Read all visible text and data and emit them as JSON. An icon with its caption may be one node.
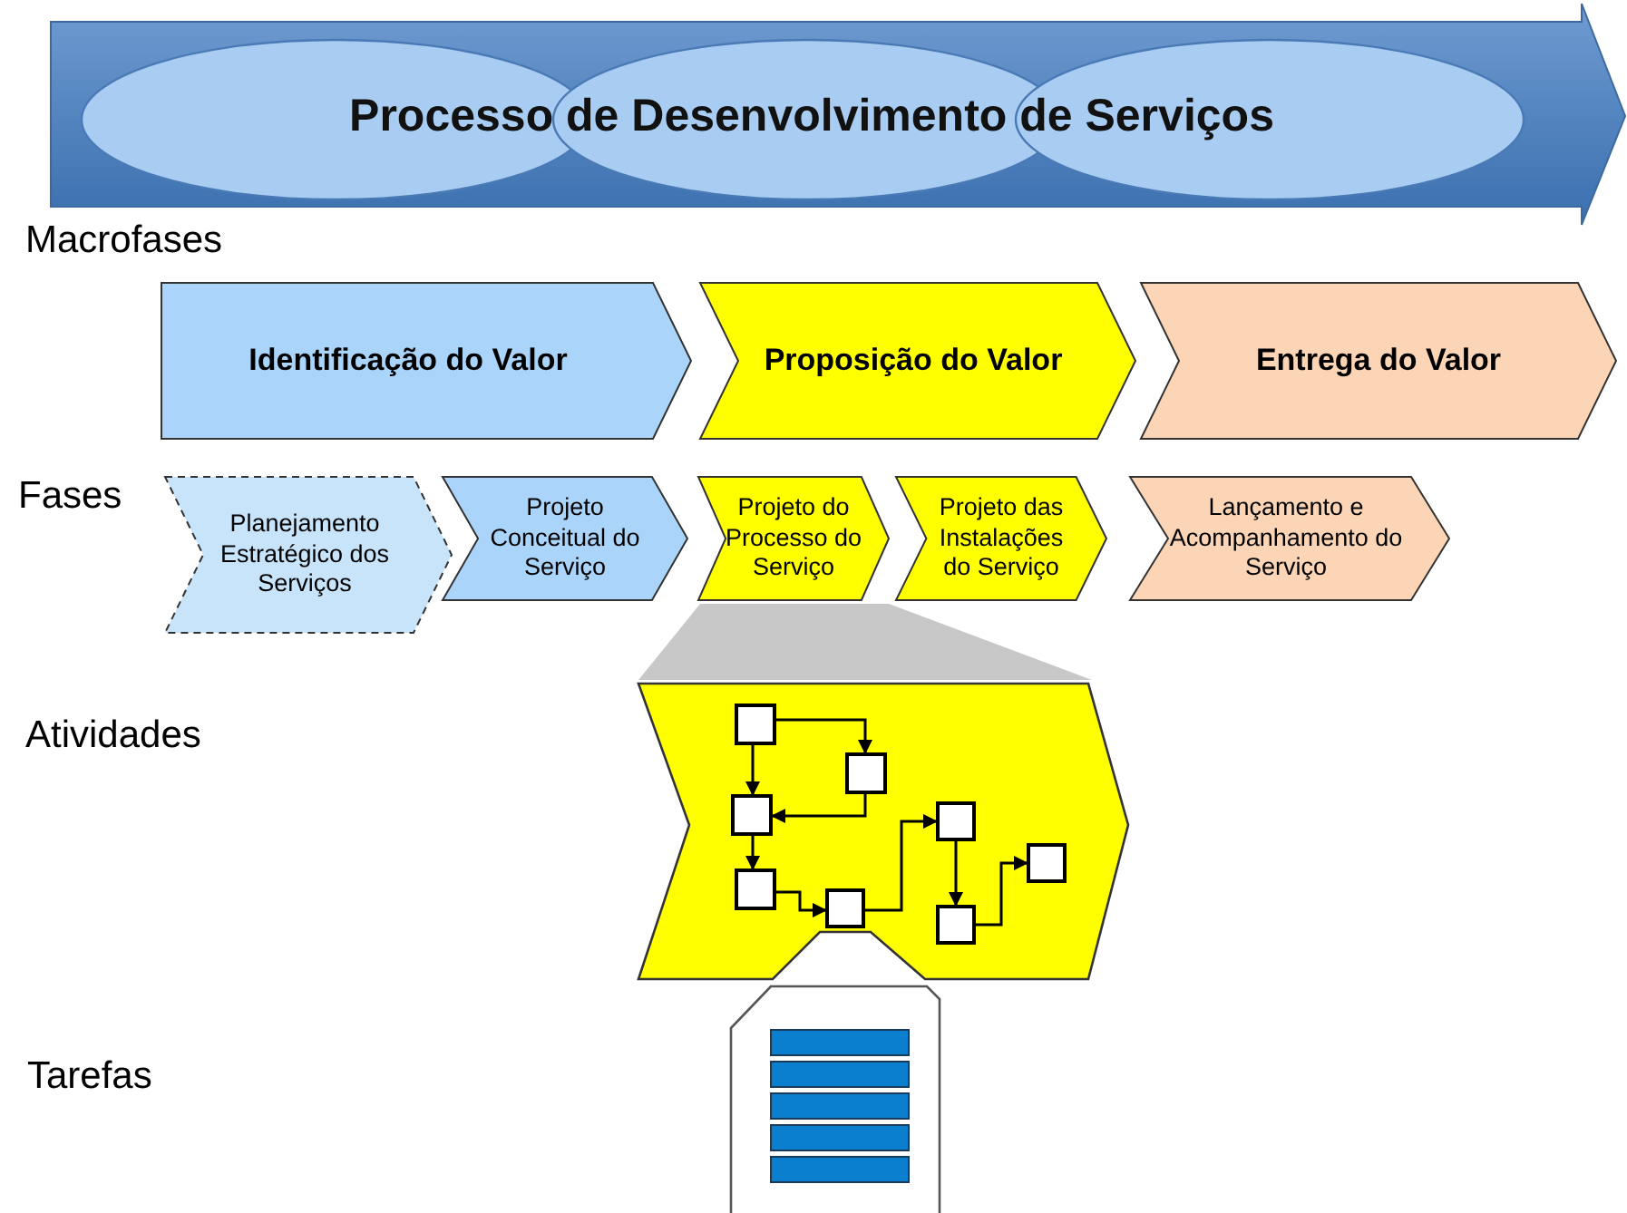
{
  "diagram": {
    "nodes": [
      {
        "text": [
          "Processo de Desenvolvimento de Serviços"
        ]
      },
      {
        "text": [
          "Identificação do Valor"
        ]
      },
      {
        "text": [
          "Proposição do Valor"
        ]
      },
      {
        "text": [
          "Entrega do Valor"
        ]
      },
      {
        "text": [
          "Planejamento Estratégico dos Serviços"
        ]
      },
      {
        "text": [
          "Projeto Conceitual do Serviço"
        ]
      },
      {
        "text": [
          "Projeto do Processo do Serviço"
        ]
      },
      {
        "text": [
          "Projeto das Instalações do Serviço"
        ]
      },
      {
        "text": [
          "Lançamento e Acompanhamento do Serviço"
        ]
      },
      {
        "text": [],
        "shape": "chevron"
      },
      {
        "text": [],
        "shape": "box",
        "in": 9
      },
      {
        "text": [],
        "shape": "box",
        "in": 9
      },
      {
        "text": [],
        "shape": "box",
        "in": 9
      },
      {
        "text": [],
        "shape": "box",
        "in": 9
      },
      {
        "text": [],
        "shape": "box",
        "in": 9
      },
      {
        "text": [],
        "shape": "box",
        "in": 9
      },
      {
        "text": [],
        "shape": "box",
        "in": 9
      },
      {
        "text": [],
        "shape": "box",
        "in": 9
      },
      {
        "text": [],
        "shape": "box"
      },
      {
        "text": [],
        "shape": "trapezoid"
      }
    ],
    "edges": [
      {
        "from": 10,
        "to": 14,
        "arrow": "to"
      },
      {
        "from": 10,
        "to": 11,
        "arrow": "to"
      },
      {
        "from": 14,
        "to": 11,
        "arrow": "to"
      },
      {
        "from": 11,
        "to": 12,
        "arrow": "to"
      },
      {
        "from": 12,
        "to": 13,
        "arrow": "to"
      },
      {
        "from": 13,
        "to": 15,
        "arrow": "to"
      },
      {
        "from": 15,
        "to": 16,
        "arrow": "to"
      },
      {
        "from": 16,
        "to": 17,
        "arrow": "to"
      }
    ],
    "labels": [
      "Macrofases",
      "Fases",
      "Atividades",
      "Tarefas"
    ]
  }
}
